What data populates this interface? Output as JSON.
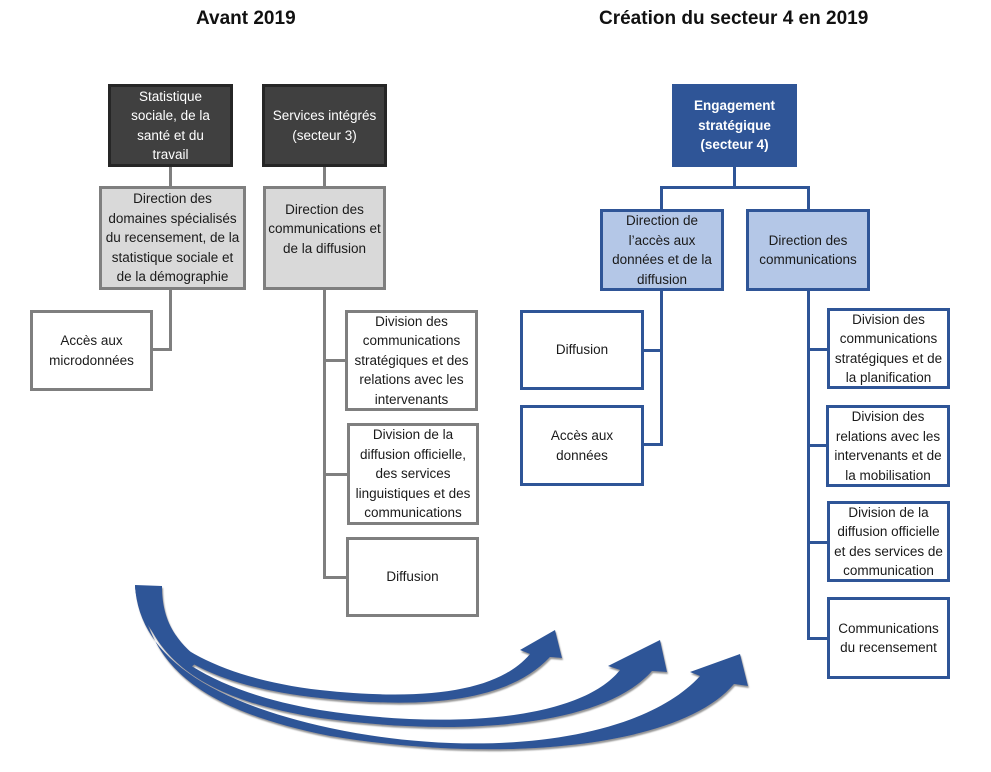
{
  "titles": {
    "before": "Avant 2019",
    "after": "Création du secteur 4 en 2019"
  },
  "before": {
    "sectors": [
      {
        "label": "Statistique sociale, de la santé et du travail",
        "direction": "Direction des domaines spécialisés du recensement, de la statistique sociale et de la démographie",
        "divisions": [
          "Accès aux microdonnées"
        ]
      },
      {
        "label": "Services intégrés (secteur 3)",
        "direction": "Direction des communications et de la diffusion",
        "divisions": [
          "Division des communications stratégiques et des relations avec les intervenants",
          "Division de la diffusion officielle, des services linguistiques et des communications",
          "Diffusion"
        ]
      }
    ]
  },
  "after": {
    "sector": "Engagement stratégique (secteur 4)",
    "directions": [
      {
        "label": "Direction de l’accès aux données et de la diffusion",
        "divisions": [
          "Diffusion",
          "Accès aux données"
        ]
      },
      {
        "label": "Direction des communications",
        "divisions": [
          "Division des communications stratégiques et de la planification",
          "Division des relations avec les intervenants et de la mobilisation",
          "Division de la diffusion officielle et des services de communication",
          "Communications du recensement"
        ]
      }
    ]
  },
  "colors": {
    "dark_box": "#404040",
    "gray_box": "#d9d9d9",
    "gray_line": "#7f7f7f",
    "navy": "#2f5597",
    "light_blue": "#b4c7e7"
  }
}
